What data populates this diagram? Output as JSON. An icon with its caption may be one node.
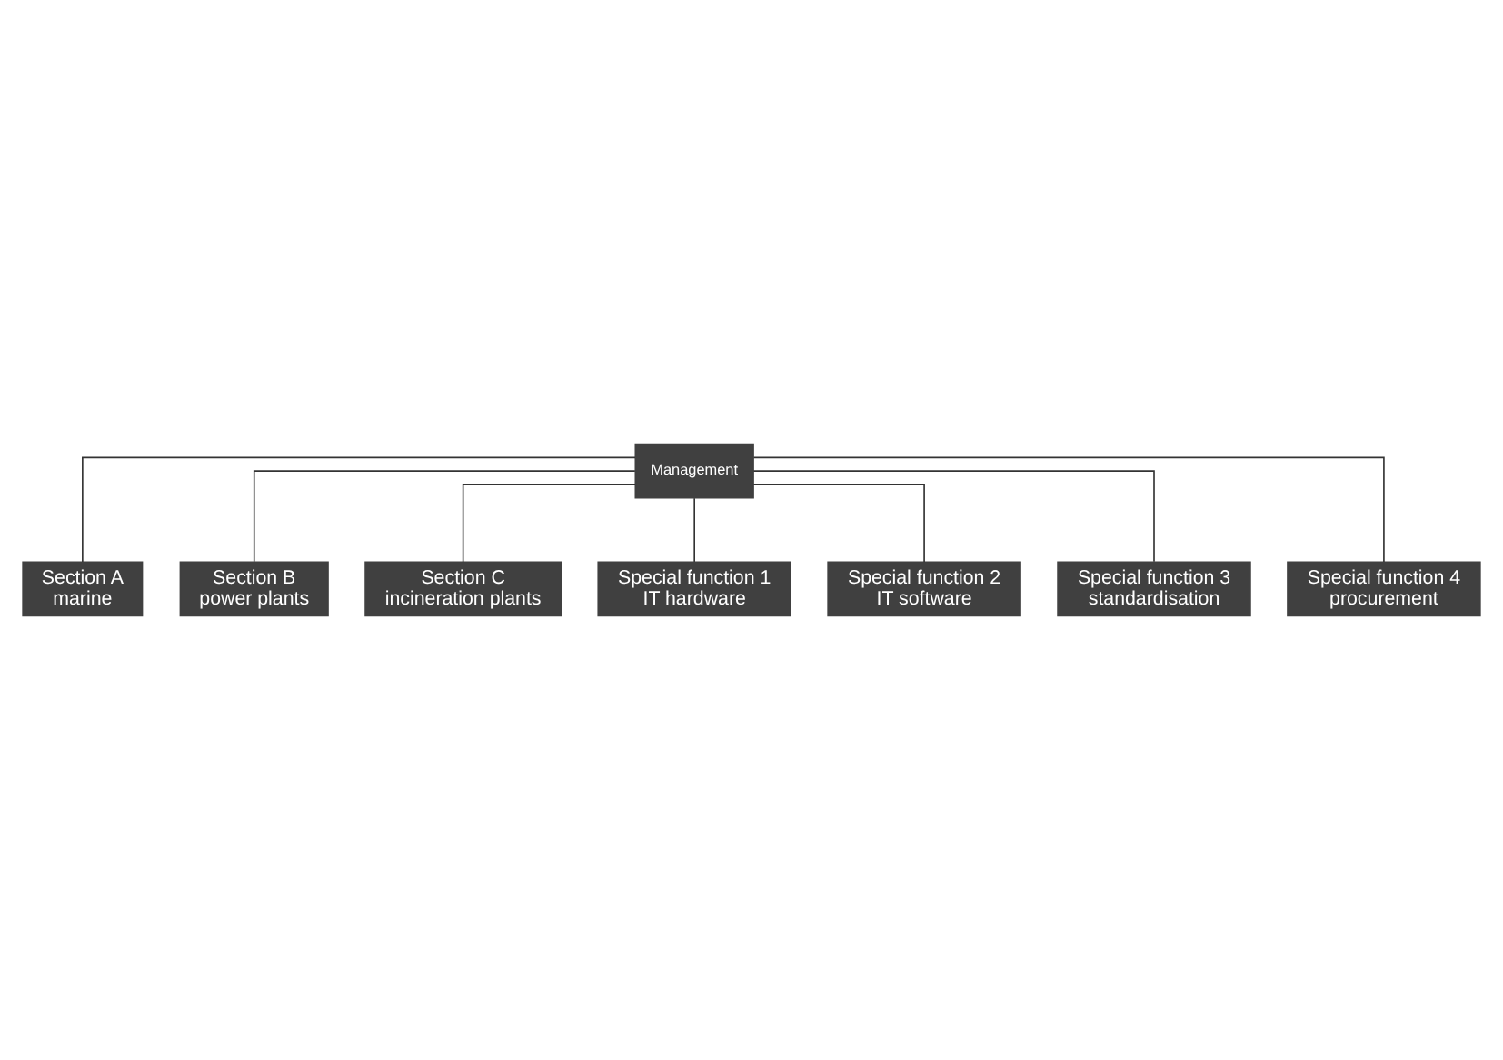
{
  "diagram": {
    "nodes": [
      {
        "text": [
          "Management"
        ]
      },
      {
        "text": [
          "Section A",
          "marine"
        ]
      },
      {
        "text": [
          "Section B",
          "power plants"
        ]
      },
      {
        "text": [
          "Section C",
          "incineration plants"
        ]
      },
      {
        "text": [
          "Special function 1",
          "IT hardware"
        ]
      },
      {
        "text": [
          "Special function 2",
          "IT software"
        ]
      },
      {
        "text": [
          "Special function 3",
          "standardisation"
        ]
      },
      {
        "text": [
          "Special function 4",
          "procurement"
        ]
      }
    ],
    "edges": [
      {
        "from": 0,
        "to": 1,
        "arrow": "none"
      },
      {
        "from": 0,
        "to": 2,
        "arrow": "none"
      },
      {
        "from": 0,
        "to": 3,
        "arrow": "none"
      },
      {
        "from": 0,
        "to": 4,
        "arrow": "none"
      },
      {
        "from": 0,
        "to": 5,
        "arrow": "none"
      },
      {
        "from": 0,
        "to": 6,
        "arrow": "none"
      },
      {
        "from": 0,
        "to": 7,
        "arrow": "none"
      }
    ]
  }
}
